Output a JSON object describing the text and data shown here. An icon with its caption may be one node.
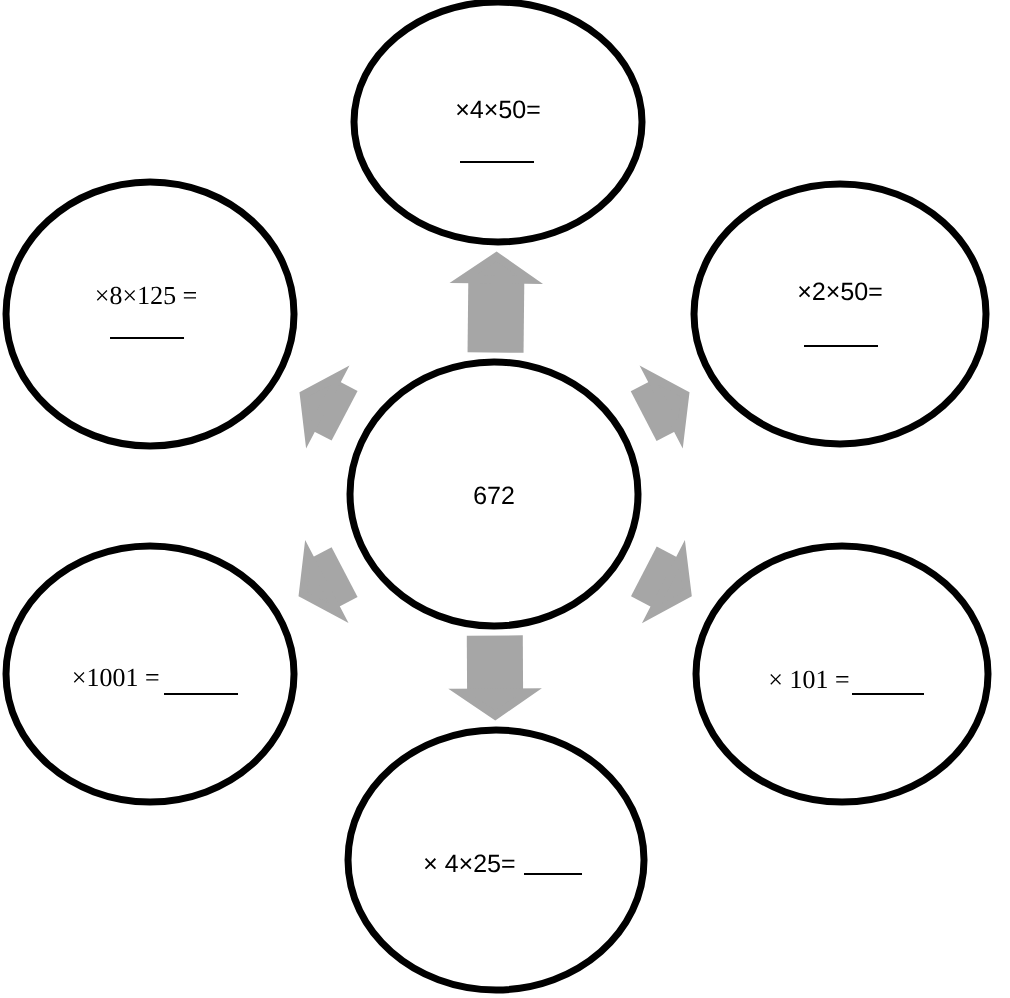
{
  "diagram": {
    "nodes": [
      {
        "text": [
          "×4×50="
        ]
      },
      {
        "text": [
          "×8×125 ="
        ]
      },
      {
        "text": [
          "×2×50="
        ]
      },
      {
        "text": [
          "672"
        ]
      },
      {
        "text": [
          "×1001 ="
        ]
      },
      {
        "text": [
          "× 101 ="
        ]
      },
      {
        "text": [
          "× 4×25="
        ]
      }
    ],
    "edges": [
      {
        "from": 3,
        "to": 0,
        "arrow": "to"
      },
      {
        "from": 3,
        "to": 1,
        "arrow": "to"
      },
      {
        "from": 3,
        "to": 2,
        "arrow": "to"
      },
      {
        "from": 3,
        "to": 4,
        "arrow": "to"
      },
      {
        "from": 3,
        "to": 5,
        "arrow": "to"
      },
      {
        "from": 3,
        "to": 6,
        "arrow": "to"
      }
    ]
  }
}
